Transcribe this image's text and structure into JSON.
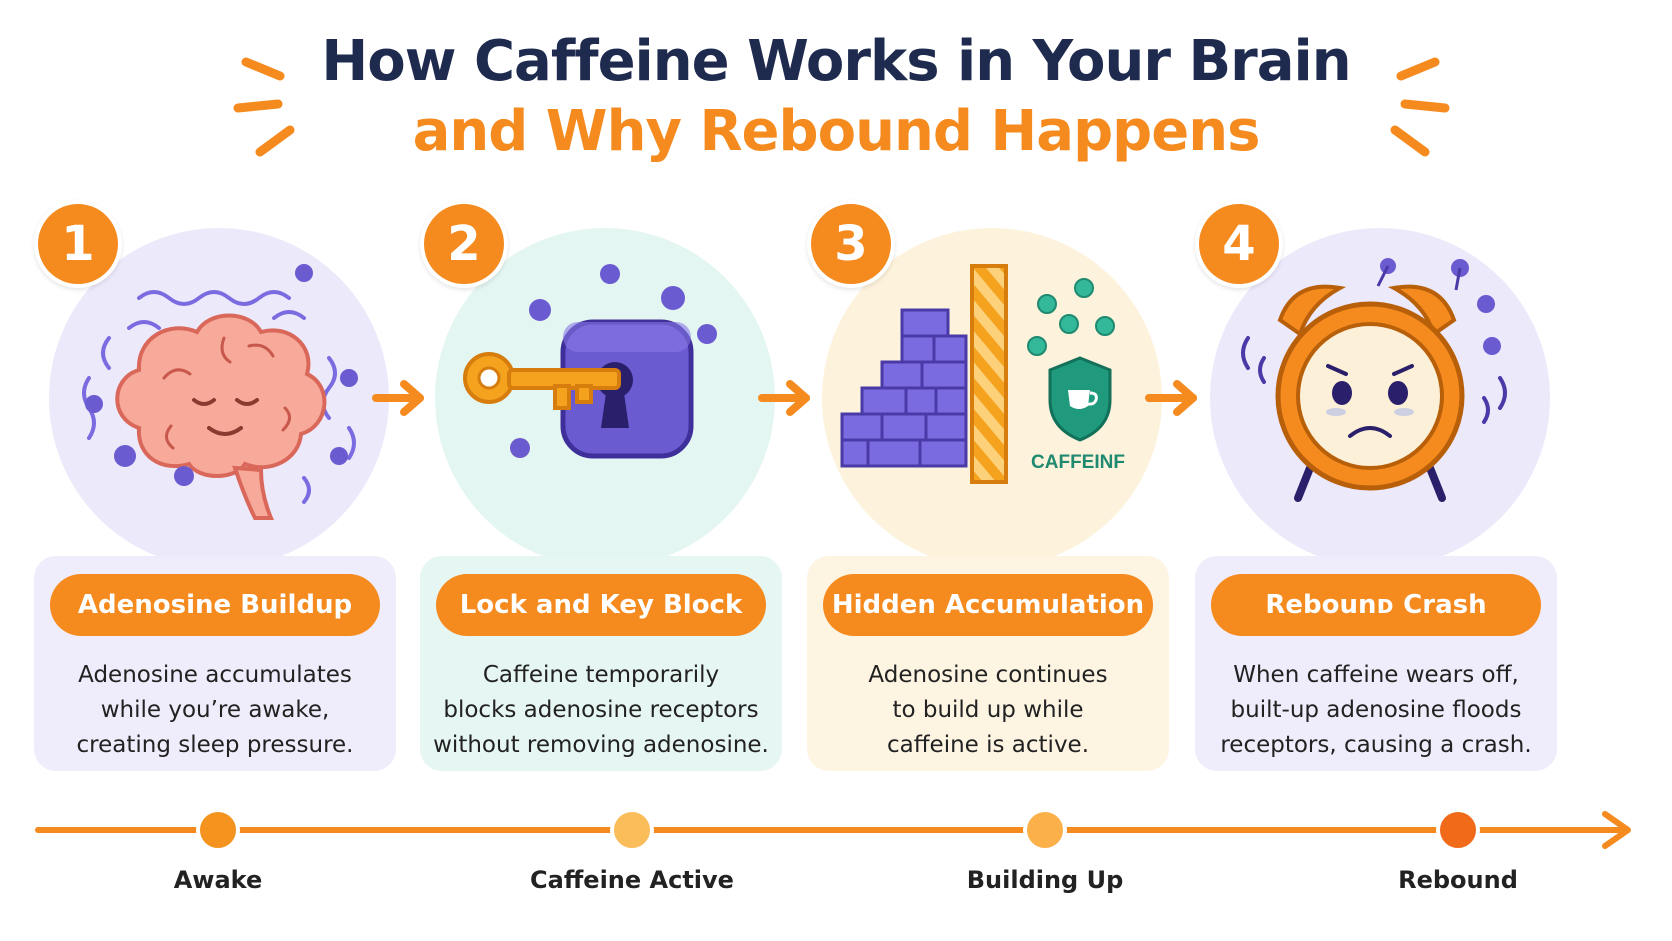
{
  "title": {
    "line1": "How Caffeine Works in Your Brain",
    "line2": "and Why Rebound Happens"
  },
  "colors": {
    "accent": "#f58a1f",
    "navy": "#1e2b4f",
    "purple": "#6b5bd1"
  },
  "steps": [
    {
      "number": "1",
      "title": "Adenosine Buildup",
      "description_lines": [
        "Adenosine accumulates",
        "while you’re awake,",
        "creating sleep pressure."
      ],
      "illustration": "brain-icon"
    },
    {
      "number": "2",
      "title": "Lock and Key Block",
      "description_lines": [
        "Caffeine temporarily",
        "blocks adenosine receptors",
        "without removing adenosine."
      ],
      "illustration": "lock-and-key-icon"
    },
    {
      "number": "3",
      "title": "Hidden Accumulation",
      "description_lines": [
        "Adenosine continues",
        "to build up while",
        "caffeine is active."
      ],
      "illustration": "brick-wall-icon",
      "badge_text": "CAFFEINF"
    },
    {
      "number": "4",
      "title": "Rebounᴅ Crash",
      "description_lines": [
        "When caffeine wears off,",
        "built-up adenosine floods",
        "receptors, causing a crash."
      ],
      "illustration": "alarm-clock-icon"
    }
  ],
  "timeline": {
    "labels": [
      "Awake",
      "Caffeine Active",
      "Building Up",
      "Rebound"
    ]
  }
}
